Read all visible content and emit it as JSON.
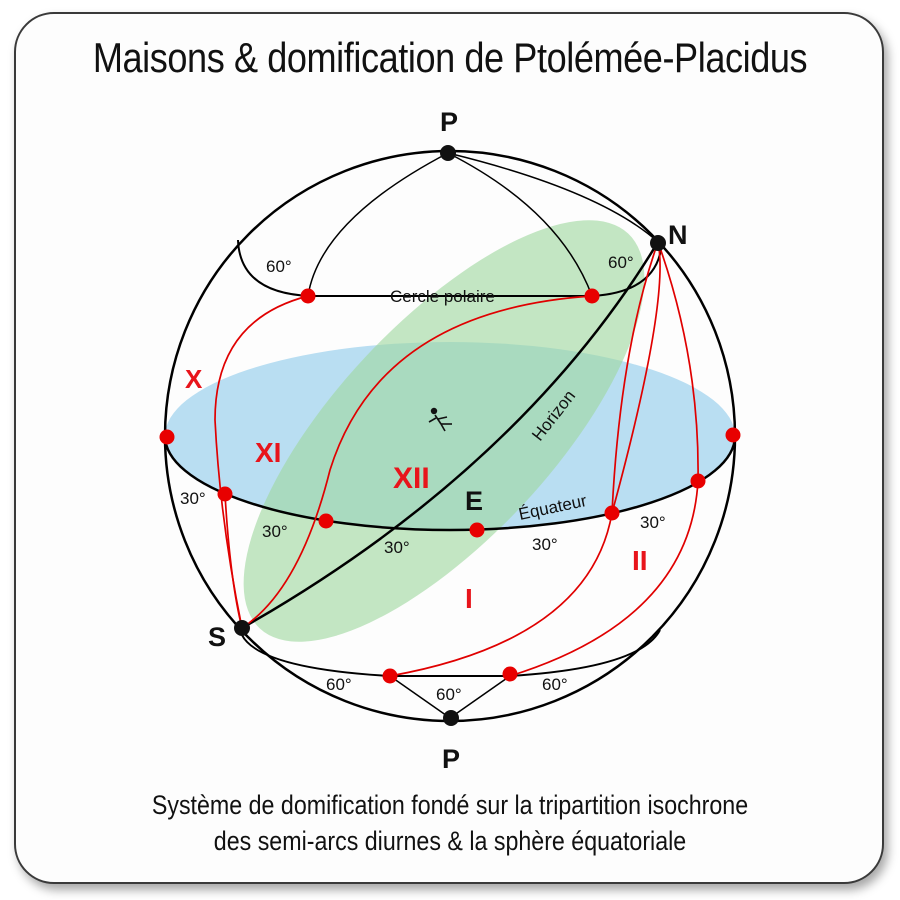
{
  "title": "Maisons & domification de Ptolémée-Placidus",
  "caption": {
    "line1": "Système de domification fondé sur la tripartition isochrone",
    "line2": "des semi-arcs diurnes & la sphère équatoriale"
  },
  "points": {
    "pole_top": "P",
    "pole_bottom": "P",
    "north": "N",
    "south": "S",
    "east": "E"
  },
  "circles": {
    "polar": "Cercle polaire",
    "horizon": "Horizon",
    "equator": "Équateur"
  },
  "houses": {
    "x": "X",
    "xi": "XI",
    "xii": "XII",
    "i": "I",
    "ii": "II"
  },
  "angles": {
    "top_left": "60°",
    "top_right": "60°",
    "eq_left_outer": "30°",
    "eq_left_inner": "30°",
    "eq_center": "30°",
    "eq_right_inner": "30°",
    "eq_right_outer": "30°",
    "bottom_left": "60°",
    "bottom_center": "60°",
    "bottom_right": "60°"
  },
  "colors": {
    "equator_fill": "#b9def2",
    "horizon_fill": "#9fd8a0",
    "house_lines": "#e00000",
    "house_labels": "#e8141b",
    "points": "#e80000",
    "poles": "#111111"
  }
}
